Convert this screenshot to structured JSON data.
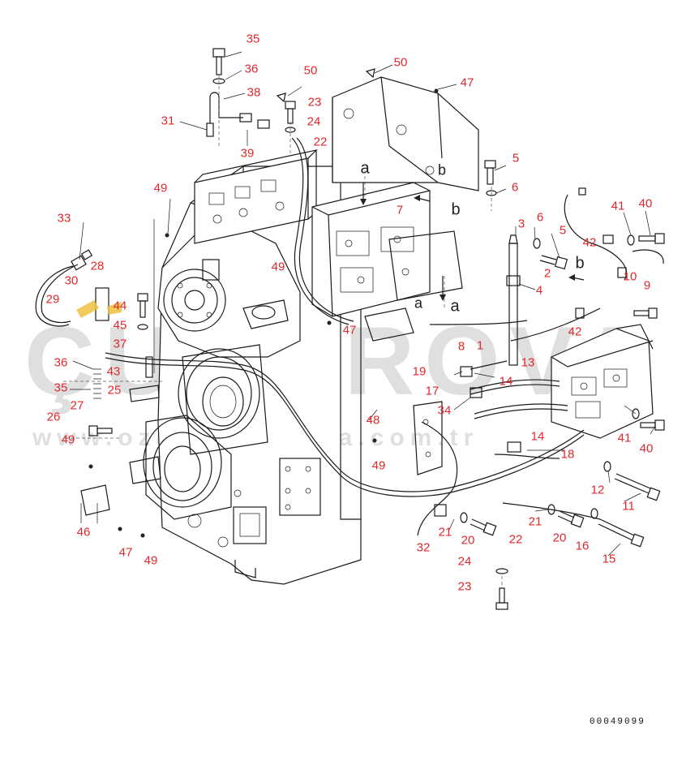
{
  "diagram": {
    "drawing_code": "00049099",
    "watermark": {
      "brand": "ÇUKUROVA",
      "url": "www.ozdisismakina.com.tr"
    },
    "callouts": [
      {
        "id": "c35a",
        "label": "35"
      },
      {
        "id": "c36a",
        "label": "36"
      },
      {
        "id": "c38",
        "label": "38"
      },
      {
        "id": "c31",
        "label": "31"
      },
      {
        "id": "c39",
        "label": "39"
      },
      {
        "id": "c50a",
        "label": "50"
      },
      {
        "id": "c23a",
        "label": "23"
      },
      {
        "id": "c24a",
        "label": "24"
      },
      {
        "id": "c22a",
        "label": "22"
      },
      {
        "id": "c50b",
        "label": "50"
      },
      {
        "id": "c47a",
        "label": "47"
      },
      {
        "id": "c5a",
        "label": "5"
      },
      {
        "id": "c6a",
        "label": "6"
      },
      {
        "id": "c7",
        "label": "7"
      },
      {
        "id": "c49a",
        "label": "49"
      },
      {
        "id": "c33",
        "label": "33"
      },
      {
        "id": "c28",
        "label": "28"
      },
      {
        "id": "c30",
        "label": "30"
      },
      {
        "id": "c49b",
        "label": "49"
      },
      {
        "id": "c29",
        "label": "29"
      },
      {
        "id": "c44",
        "label": "44"
      },
      {
        "id": "c45",
        "label": "45"
      },
      {
        "id": "c37",
        "label": "37"
      },
      {
        "id": "c36b",
        "label": "36"
      },
      {
        "id": "c43",
        "label": "43"
      },
      {
        "id": "c35b",
        "label": "35"
      },
      {
        "id": "c25",
        "label": "25"
      },
      {
        "id": "c27",
        "label": "27"
      },
      {
        "id": "c26",
        "label": "26"
      },
      {
        "id": "c49c",
        "label": "49"
      },
      {
        "id": "c3",
        "label": "3"
      },
      {
        "id": "c6b",
        "label": "6"
      },
      {
        "id": "c5b",
        "label": "5"
      },
      {
        "id": "c2",
        "label": "2"
      },
      {
        "id": "c4",
        "label": "4"
      },
      {
        "id": "c41a",
        "label": "41"
      },
      {
        "id": "c40a",
        "label": "40"
      },
      {
        "id": "c42a",
        "label": "42"
      },
      {
        "id": "c10",
        "label": "10"
      },
      {
        "id": "c9",
        "label": "9"
      },
      {
        "id": "c42b",
        "label": "42"
      },
      {
        "id": "c47b",
        "label": "47"
      },
      {
        "id": "c8",
        "label": "8"
      },
      {
        "id": "c1",
        "label": "1"
      },
      {
        "id": "c13",
        "label": "13"
      },
      {
        "id": "c19",
        "label": "19"
      },
      {
        "id": "c14a",
        "label": "14"
      },
      {
        "id": "c17",
        "label": "17"
      },
      {
        "id": "c34",
        "label": "34"
      },
      {
        "id": "c48",
        "label": "48"
      },
      {
        "id": "c49d",
        "label": "49"
      },
      {
        "id": "c14b",
        "label": "14"
      },
      {
        "id": "c18",
        "label": "18"
      },
      {
        "id": "c41b",
        "label": "41"
      },
      {
        "id": "c40b",
        "label": "40"
      },
      {
        "id": "c12",
        "label": "12"
      },
      {
        "id": "c11",
        "label": "11"
      },
      {
        "id": "c21a",
        "label": "21"
      },
      {
        "id": "c21b",
        "label": "21"
      },
      {
        "id": "c20a",
        "label": "20"
      },
      {
        "id": "c22b",
        "label": "22"
      },
      {
        "id": "c20b",
        "label": "20"
      },
      {
        "id": "c16",
        "label": "16"
      },
      {
        "id": "c15",
        "label": "15"
      },
      {
        "id": "c32",
        "label": "32"
      },
      {
        "id": "c24b",
        "label": "24"
      },
      {
        "id": "c23b",
        "label": "23"
      },
      {
        "id": "c46",
        "label": "46"
      },
      {
        "id": "c47c",
        "label": "47"
      },
      {
        "id": "c49e",
        "label": "49"
      }
    ],
    "view_marks": [
      {
        "id": "ma1",
        "label": "a"
      },
      {
        "id": "ma2",
        "label": "a"
      },
      {
        "id": "ma3",
        "label": "a"
      },
      {
        "id": "mb1",
        "label": "b"
      },
      {
        "id": "mb2",
        "label": "b"
      },
      {
        "id": "mb3",
        "label": "b"
      }
    ]
  }
}
